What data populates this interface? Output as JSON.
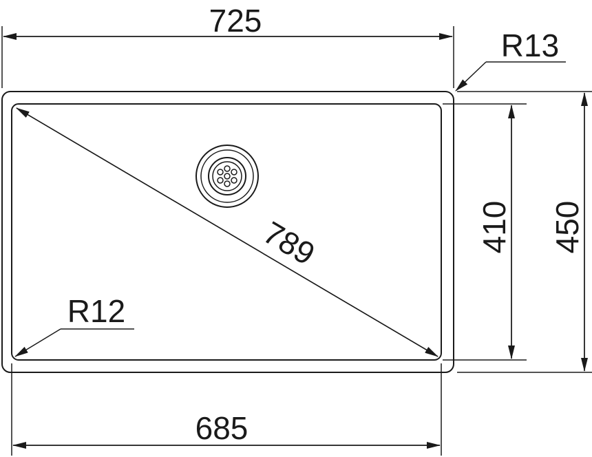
{
  "dimensions": {
    "overall_width": "725",
    "bowl_width": "685",
    "bowl_diagonal": "789",
    "bowl_depth": "410",
    "overall_depth": "450",
    "outer_radius": "R13",
    "inner_radius": "R12"
  },
  "colors": {
    "line": "#1a1a1a",
    "background": "#ffffff"
  },
  "icons": {
    "drain": "drain-strainer-icon"
  }
}
